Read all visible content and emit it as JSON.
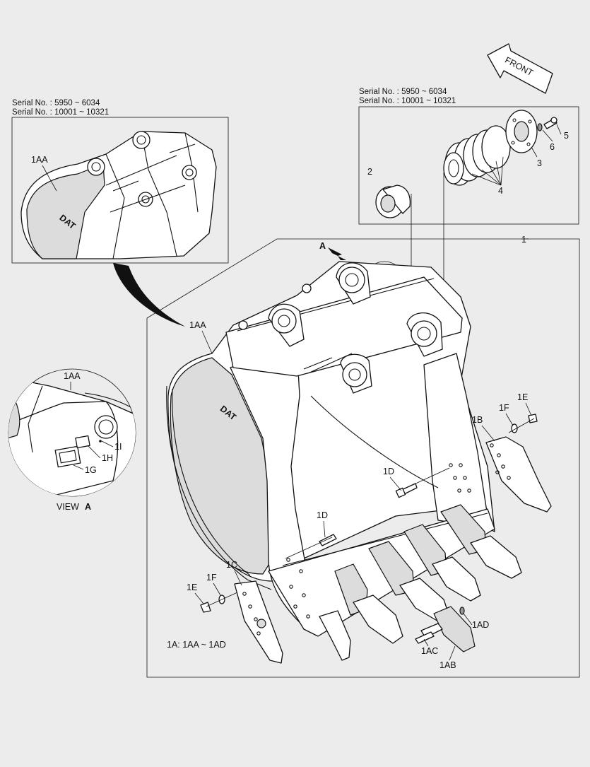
{
  "front_arrow": {
    "label": "FRONT"
  },
  "serial_left": {
    "line1": "Serial No. : 5950 ~ 6034",
    "line2": "Serial No. : 10001 ~ 10321"
  },
  "serial_right": {
    "line1": "Serial No. : 5950 ~ 6034",
    "line2": "Serial No. : 10001 ~ 10321"
  },
  "callouts": {
    "c1": "1",
    "c2": "2",
    "c3": "3",
    "c4": "4",
    "c5": "5",
    "c6": "6",
    "c1AA_detail": "1AA",
    "c1AA_main": "1AA",
    "c1AA_view": "1AA",
    "c1B": "1B",
    "c1C": "1C",
    "c1D_right": "1D",
    "c1D_left": "1D",
    "c1E_right": "1E",
    "c1E_left": "1E",
    "c1F_right": "1F",
    "c1F_left": "1F",
    "c1G": "1G",
    "c1H": "1H",
    "c1I": "1I",
    "c1AB": "1AB",
    "c1AC": "1AC",
    "c1AD": "1AD",
    "view_a": "A"
  },
  "view_label": {
    "prefix": "VIEW",
    "letter": "A"
  },
  "assembly_note": "1A: 1AA ~ 1AD",
  "logo_text": "DAT"
}
